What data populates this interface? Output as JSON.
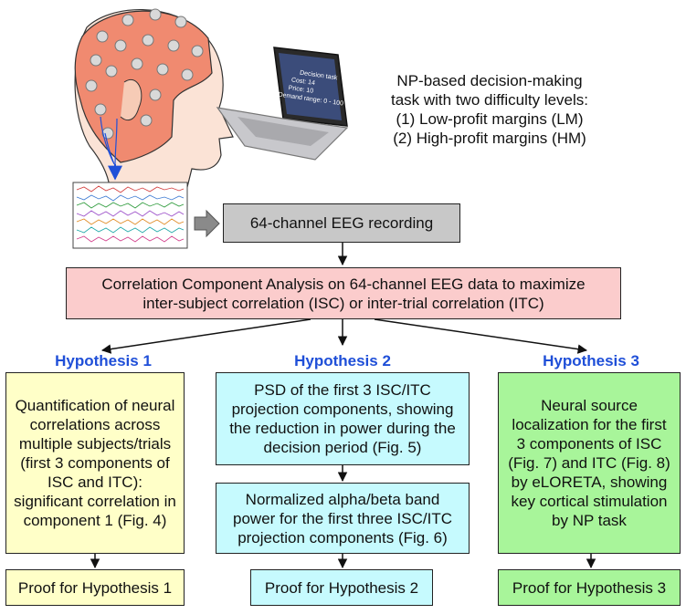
{
  "task_description": [
    "NP-based decision-making",
    "task with two difficulty levels:",
    "(1) Low-profit margins (LM)",
    "(2) High-profit margins (HM)"
  ],
  "laptop_screen_text": [
    "Decision task",
    "Cost: 14",
    "Price: 10",
    "Demand range: 0 - 100"
  ],
  "recording_box": "64-channel EEG recording",
  "cca_box": [
    "Correlation Component Analysis on 64-channel EEG data to maximize",
    "inter-subject correlation (ISC) or inter-trial correlation (ITC)"
  ],
  "hypotheses": [
    {
      "title": "Hypothesis 1",
      "boxes": [
        "Quantification of neural correlations across multiple subjects/trials (first 3 components of ISC and ITC): significant correlation in component 1 (Fig. 4)"
      ],
      "proof": "Proof for Hypothesis 1"
    },
    {
      "title": "Hypothesis 2",
      "boxes": [
        "PSD of the first 3 ISC/ITC projection components, showing the reduction in power during the decision period (Fig. 5)",
        "Normalized alpha/beta band power for the first three ISC/ITC projection components (Fig. 6)"
      ],
      "proof": "Proof for Hypothesis 2"
    },
    {
      "title": "Hypothesis 3",
      "boxes": [
        "Neural source localization for the first 3 components of ISC (Fig. 7) and ITC (Fig. 8) by eLORETA, showing key cortical stimulation by NP task"
      ],
      "proof": "Proof for Hypothesis 3"
    }
  ],
  "colors": {
    "hypothesis_title": "#1f4fd8",
    "h1_box": "#ffffc8",
    "h2_box": "#c6fafe",
    "h3_box": "#a8f59a",
    "cca_box": "#fbcccc",
    "recording_box": "#c8c8c8",
    "head_cap": "#f08a70",
    "connector_arrow": "#1f4fd8"
  },
  "icons": [
    "eeg-cap-head-illustration",
    "laptop-icon",
    "eeg-trace-thumbnail"
  ]
}
